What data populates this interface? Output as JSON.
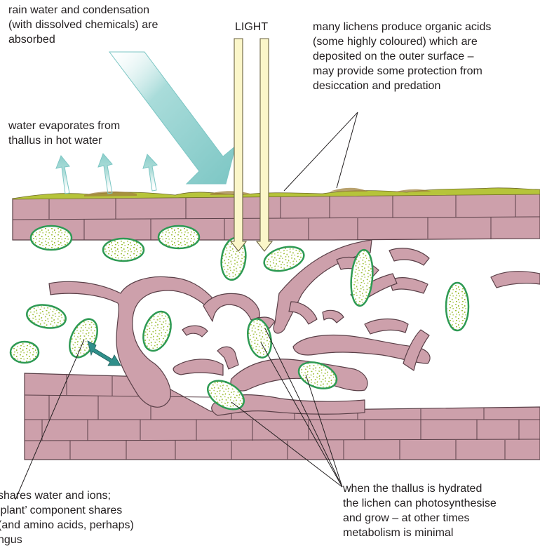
{
  "labels": {
    "rain": "rain water and condensation\n(with dissolved chemicals) are\nabsorbed",
    "light": "LIGHT",
    "acids": "many lichens produce organic acids\n(some highly coloured) which are\ndeposited on the outer surface –\nmay provide some protection from\ndesiccation and predation",
    "evaporates": "water evaporates from\nthallus in hot water",
    "shares": "shares water and ions;\n‘plant’ component shares\n(and amino acids, perhaps)\nngus",
    "hydrated": "when the thallus is hydrated\nthe lichen can photosynthesise\nand grow – at other times\nmetabolism is minimal"
  },
  "colors": {
    "hypha_fill": "#cda0ab",
    "hypha_stroke": "#5a4048",
    "surface_fill": "#b6c43a",
    "surface_brown": "#a0823c",
    "alga_stroke": "#2e9a54",
    "alga_dots": "#9fbf3a",
    "rain_arrow": "#8fcfcf",
    "light_arrow": "#fbf6c9",
    "exchange_arrow": "#2f8f8a"
  }
}
